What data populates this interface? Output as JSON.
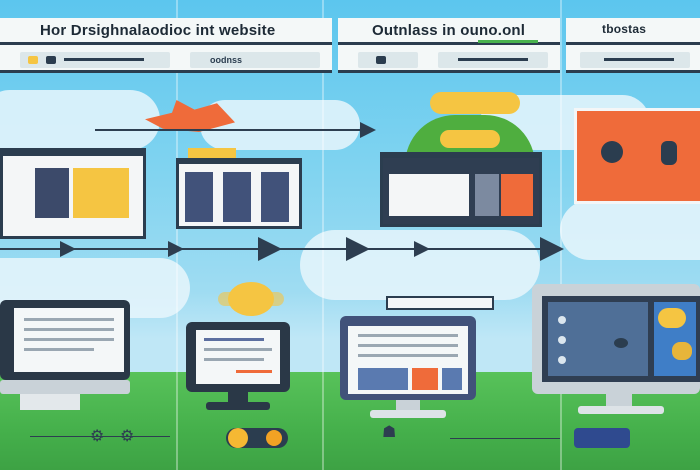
{
  "header": {
    "panel1_title": "Hor Drsighnalaodioc int website",
    "panel2_title": "Outnlass in ouno.onl",
    "panel3_title": "tbostas",
    "panel1_chip_label": "oodnss"
  },
  "icons": {
    "sun": "sun-icon",
    "cloud": "cloud-icon",
    "arrow": "arrow-right-icon",
    "robot": "robot-icon",
    "monitor": "monitor-icon",
    "laptop": "laptop-icon"
  },
  "colors": {
    "accent_orange": "#ef6b3a",
    "accent_yellow": "#f5c542",
    "dark_frame": "#2b3d4f",
    "ground_green": "#48b24e",
    "sky_blue": "#6cccee"
  }
}
